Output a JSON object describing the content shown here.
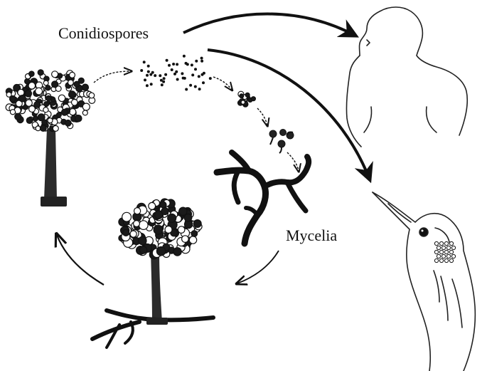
{
  "labels": {
    "conidiospores": "Conidiospores",
    "mycelia": "Mycelia"
  },
  "colors": {
    "ink": "#111111",
    "stalk": "#2b2b2b",
    "background": "#ffffff"
  },
  "figures": [
    "conidiophore",
    "spore-cloud",
    "germinating-spores",
    "mycelium",
    "human-silhouette",
    "bird-head"
  ]
}
